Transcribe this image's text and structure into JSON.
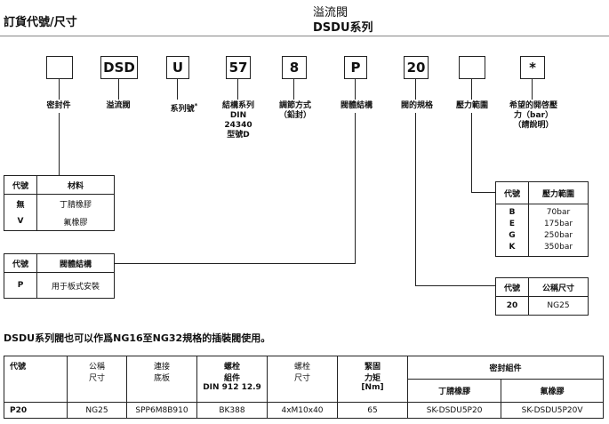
{
  "header": {
    "left_title": "訂貨代號/尺寸",
    "right_title_1": "溢流閥",
    "right_title_2": "DSDU系列"
  },
  "code_boxes": [
    "",
    "DSD",
    "U",
    "57",
    "8",
    "P",
    "20",
    "",
    "*"
  ],
  "field_labels": {
    "seal": "密封件",
    "relief": "溢流閥",
    "series": "系列號",
    "series_mark": "*",
    "structure_1": "結構系列",
    "structure_2": "DIN",
    "structure_3": "24340",
    "structure_4": "型號D",
    "adjust_1": "調節方式",
    "adjust_2": "（鉛封）",
    "valve_structure": "閥體結構",
    "valve_size": "閥的規格",
    "pressure_range": "壓力範圍",
    "desired_1": "希望的開啓壓",
    "desired_2": "力（bar）",
    "desired_3": "（請說明）"
  },
  "seal_table": {
    "headers": [
      "代號",
      "材料"
    ],
    "rows": [
      [
        "無",
        "丁腈橡膠"
      ],
      [
        "V",
        "氟橡膠"
      ]
    ]
  },
  "structure_table": {
    "headers": [
      "代號",
      "閥體結構"
    ],
    "rows": [
      [
        "P",
        "用于板式安裝"
      ]
    ]
  },
  "pressure_table": {
    "headers": [
      "代號",
      "壓力範圍"
    ],
    "rows": [
      [
        "B",
        "70bar"
      ],
      [
        "E",
        "175bar"
      ],
      [
        "G",
        "250bar"
      ],
      [
        "K",
        "350bar"
      ]
    ]
  },
  "size_table": {
    "headers": [
      "代號",
      "公稱尺寸"
    ],
    "rows": [
      [
        "20",
        "NG25"
      ]
    ]
  },
  "note": "DSDU系列閥也可以作爲NG16至NG32規格的插裝閥使用。",
  "main_table": {
    "h_code": "代號",
    "h_nominal": [
      "公稱",
      "尺寸"
    ],
    "h_subplate": [
      "連接",
      "底板"
    ],
    "h_bolt_kit": [
      "螺栓",
      "組件",
      "DIN 912 12.9"
    ],
    "h_bolt_size": [
      "螺栓",
      "尺寸"
    ],
    "h_torque": [
      "緊固",
      "力矩",
      "[Nm]"
    ],
    "h_seal_kit": "密封組件",
    "h_nbr": "丁腈橡膠",
    "h_fkm": "氟橡膠",
    "row": [
      "P20",
      "NG25",
      "SPP6M8B910",
      "BK388",
      "4xM10x40",
      "65",
      "SK-DSDU5P20",
      "SK-DSDU5P20V"
    ]
  }
}
